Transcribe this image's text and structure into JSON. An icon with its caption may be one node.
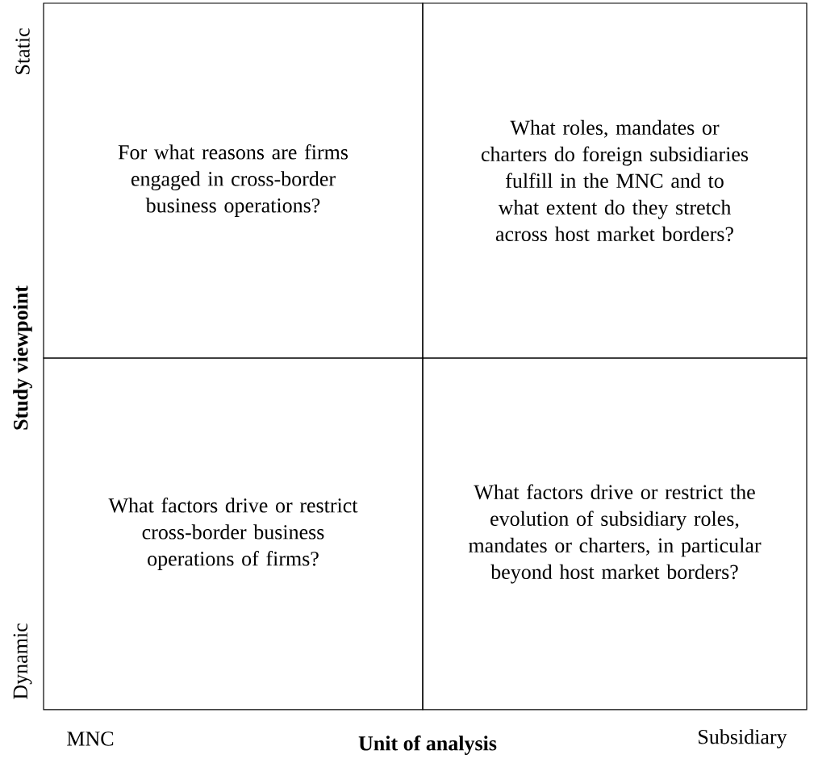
{
  "diagram": {
    "nodes": [
      {
        "text": [
          "For what reasons are firms engaged in cross-border business operations?"
        ]
      },
      {
        "text": [
          "What roles, mandates or charters do foreign subsidiaries fulfill in the MNC and to what extent do they stretch across host market borders?"
        ]
      },
      {
        "text": [
          "What factors drive or restrict cross-border business operations of firms?"
        ]
      },
      {
        "text": [
          "What factors drive or restrict the evolution of subsidiary roles, mandates or charters, in particular beyond host market borders?"
        ]
      }
    ],
    "labels": [
      "Static",
      "Study viewpoint",
      "Dynamic",
      "MNC",
      "Unit of analysis",
      "Subsidiary"
    ]
  }
}
